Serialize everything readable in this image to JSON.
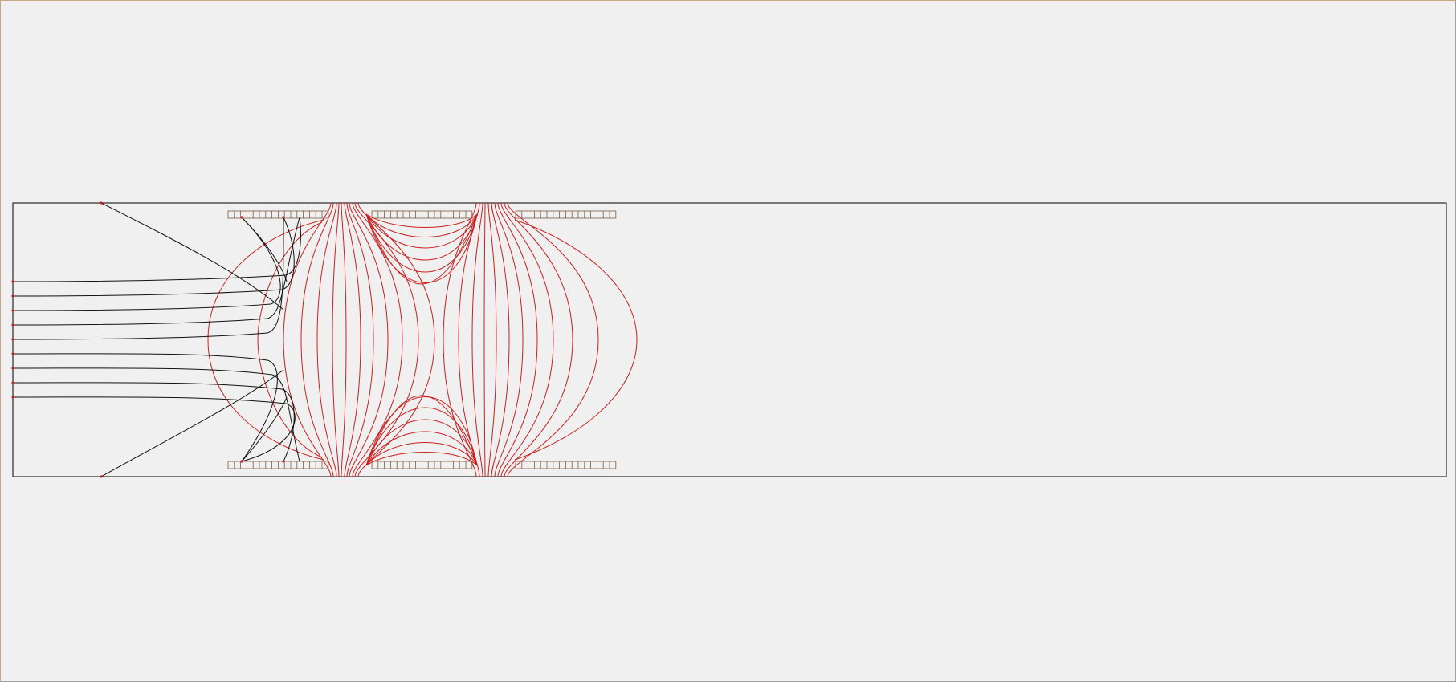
{
  "window": {
    "title": ""
  },
  "simulation": {
    "type": "electron-optics-field-view",
    "colors": {
      "background": "#f0f0f0",
      "frame_border": "#c8a585",
      "domain_border": "#000000",
      "equipotential": "#cc2020",
      "trajectory": "#111111",
      "source_point": "#cc2020",
      "electrode_cell": "#7a5c44"
    },
    "electrodes": [
      {
        "id": "left-top",
        "row": "top",
        "cells": 16
      },
      {
        "id": "middle-top",
        "row": "top",
        "cells": 16
      },
      {
        "id": "right-top",
        "row": "top",
        "cells": 16
      },
      {
        "id": "left-bottom",
        "row": "bottom",
        "cells": 16
      },
      {
        "id": "middle-bottom",
        "row": "bottom",
        "cells": 16
      },
      {
        "id": "right-bottom",
        "row": "bottom",
        "cells": 16
      }
    ],
    "lens_gaps": 2,
    "equipotential_count": 26,
    "trajectory_count": 15,
    "source_points": 15
  }
}
